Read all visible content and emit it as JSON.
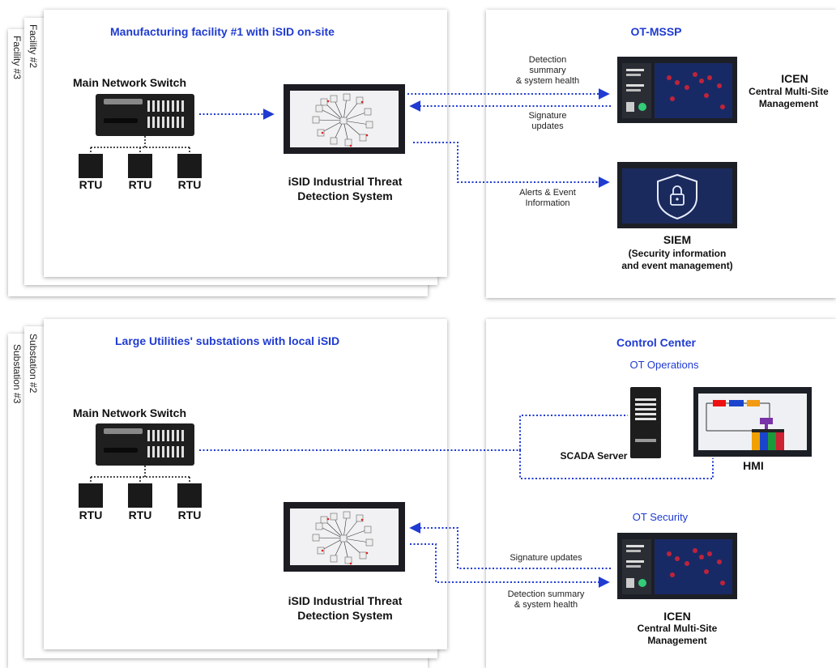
{
  "colors": {
    "accent": "#1f3bd1",
    "arrow": "#1f3bd1",
    "device": "#1f1f1f"
  },
  "top": {
    "stack_labels": [
      "Facility #2",
      "Facility #3"
    ],
    "site_title": "Manufacturing facility #1 with iSID on-site",
    "switch_label": "Main Network Switch",
    "rtu_labels": [
      "RTU",
      "RTU",
      "RTU"
    ],
    "isid_label": "iSID Industrial Threat\nDetection System",
    "right_title": "OT-MSSP",
    "flow_detection": "Detection\nsummary\n& system health",
    "flow_signature": "Signature\nupdates",
    "flow_alerts": "Alerts & Event\nInformation",
    "icen_title": "ICEN",
    "icen_sub": "Central Multi-Site\nManagement",
    "siem_title": "SIEM",
    "siem_sub": "(Security information\nand event management)",
    "icons": [
      "switch-icon",
      "rtu-icon",
      "isid-screen-icon",
      "world-map-icon",
      "shield-lock-icon"
    ]
  },
  "bottom": {
    "stack_labels": [
      "Substation #2",
      "Substation #3"
    ],
    "site_title": "Large Utilities' substations with local iSID",
    "switch_label": "Main Network Switch",
    "rtu_labels": [
      "RTU",
      "RTU",
      "RTU"
    ],
    "isid_label": "iSID Industrial Threat\nDetection System",
    "right_title": "Control Center",
    "ot_operations": "OT Operations",
    "scada_label": "SCADA Server",
    "hmi_label": "HMI",
    "ot_security": "OT Security",
    "flow_signature": "Signature updates",
    "flow_detection": "Detection summary\n& system health",
    "icen_title": "ICEN",
    "icen_sub": "Central Multi-Site\nManagement",
    "icons": [
      "switch-icon",
      "rtu-icon",
      "server-icon",
      "hmi-icon",
      "isid-screen-icon",
      "world-map-icon"
    ]
  }
}
